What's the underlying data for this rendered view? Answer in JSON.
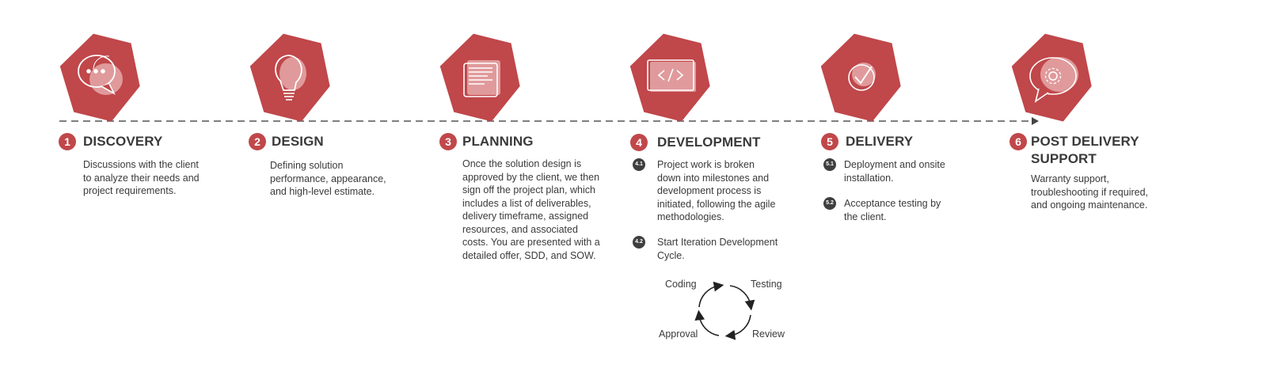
{
  "colors": {
    "accent": "#c0474a",
    "accent_light": "#e09a9b",
    "text": "#3a3a3a",
    "sub_badge": "#3f3f3f"
  },
  "steps": [
    {
      "number": "1",
      "title": "DISCOVERY",
      "icon": "chat-bubble-icon",
      "description": [
        "Discussions with the client",
        "to analyze their needs and",
        "project requirements."
      ]
    },
    {
      "number": "2",
      "title": "DESIGN",
      "icon": "lightbulb-icon",
      "description": [
        "Defining solution",
        "performance, appearance,",
        "and high-level estimate."
      ]
    },
    {
      "number": "3",
      "title": "PLANNING",
      "icon": "document-icon",
      "description": [
        "Once the solution design is",
        "approved by the client, we then",
        "sign off the project plan, which",
        "includes a list of deliverables,",
        "delivery timeframe, assigned",
        "resources, and associated",
        "costs. You are presented with a",
        "detailed offer, SDD, and SOW."
      ]
    },
    {
      "number": "4",
      "title": "DEVELOPMENT",
      "icon": "code-icon",
      "substeps": [
        {
          "number": "4.1",
          "text": [
            "Project work is broken",
            "down into milestones and",
            "development process is",
            "initiated, following the agile",
            "methodologies."
          ]
        },
        {
          "number": "4.2",
          "text": [
            "Start Iteration Development",
            "Cycle."
          ]
        }
      ],
      "cycle": {
        "top_left": "Coding",
        "top_right": "Testing",
        "bottom_right": "Review",
        "bottom_left": "Approval"
      }
    },
    {
      "number": "5",
      "title": "DELIVERY",
      "icon": "checkmark-icon",
      "substeps": [
        {
          "number": "5.1",
          "text": [
            "Deployment and onsite",
            "installation."
          ]
        },
        {
          "number": "5.2",
          "text": [
            "Acceptance testing by",
            "the client."
          ]
        }
      ]
    },
    {
      "number": "6",
      "title": "POST DELIVERY SUPPORT",
      "title_lines": [
        "POST DELIVERY",
        "SUPPORT"
      ],
      "icon": "gear-chat-icon",
      "description": [
        "Warranty support,",
        "troubleshooting if required,",
        "and ongoing maintenance."
      ]
    }
  ]
}
